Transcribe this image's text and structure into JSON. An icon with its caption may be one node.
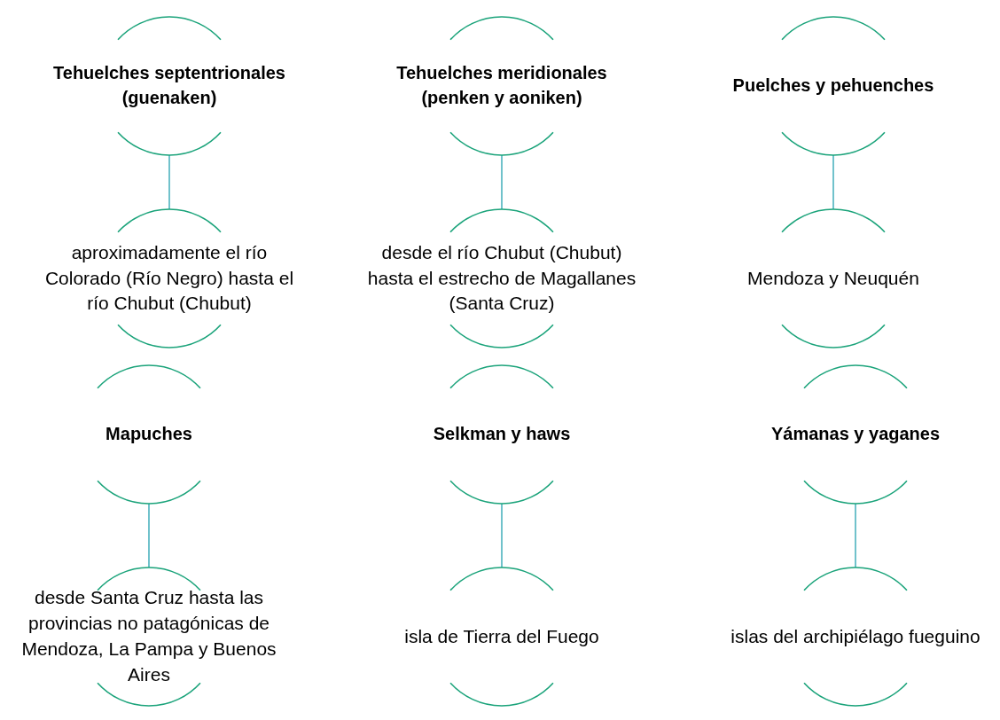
{
  "diagram": {
    "nodes": [
      {
        "text": [
          "Tehuelches septentrionales (guenaken)"
        ]
      },
      {
        "text": [
          "aproximadamente el río Colorado (Río Negro) hasta el río Chubut (Chubut)"
        ]
      },
      {
        "text": [
          "Tehuelches meridionales (penken y aoniken)"
        ]
      },
      {
        "text": [
          "desde el río Chubut (Chubut) hasta el estrecho de Magallanes (Santa Cruz)"
        ]
      },
      {
        "text": [
          "Puelches y pehuenches"
        ]
      },
      {
        "text": [
          "Mendoza y Neuquén"
        ]
      },
      {
        "text": [
          "Mapuches"
        ]
      },
      {
        "text": [
          "desde Santa Cruz hasta las provincias no patagónicas de Mendoza, La Pampa y Buenos Aires"
        ]
      },
      {
        "text": [
          "Selkman y haws"
        ]
      },
      {
        "text": [
          "isla de Tierra del Fuego"
        ]
      },
      {
        "text": [
          "Yámanas y yaganes"
        ]
      },
      {
        "text": [
          "islas del archipiélago fueguino"
        ]
      }
    ],
    "edges": [
      {
        "from": 0,
        "to": 1,
        "arrow": "none"
      },
      {
        "from": 2,
        "to": 3,
        "arrow": "none"
      },
      {
        "from": 4,
        "to": 5,
        "arrow": "none"
      },
      {
        "from": 6,
        "to": 7,
        "arrow": "none"
      },
      {
        "from": 8,
        "to": 9,
        "arrow": "none"
      },
      {
        "from": 10,
        "to": 11,
        "arrow": "none"
      }
    ]
  }
}
